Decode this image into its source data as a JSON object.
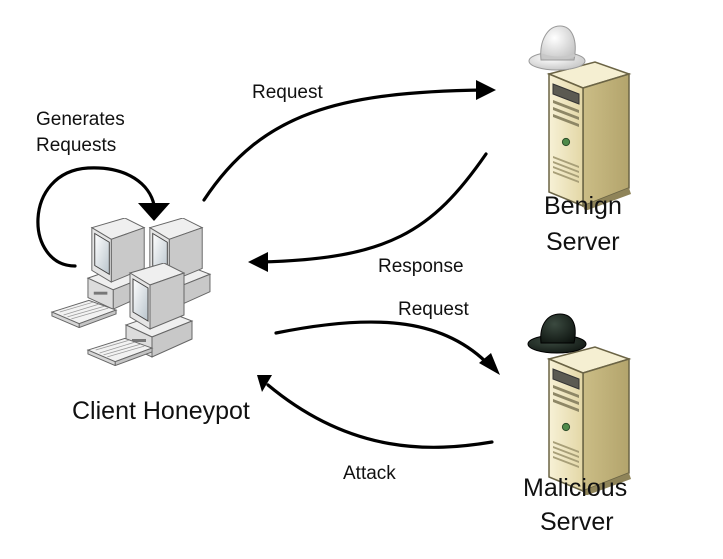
{
  "labels": {
    "generates_line1": "Generates",
    "generates_line2": "Requests",
    "request_top": "Request",
    "response": "Response",
    "request_bottom": "Request",
    "attack": "Attack",
    "client": "Client Honeypot",
    "benign_line1": "Benign",
    "benign_line2": "Server",
    "malicious_line1": "Malicious",
    "malicious_line2": "Server"
  },
  "colors": {
    "arrow": "#000000",
    "server_body": "#efe6c2",
    "white_hat": "#eeeeee",
    "black_hat": "#1f2a23",
    "computer_body": "#dcdcdc"
  },
  "icons": [
    "computer-cluster-icon",
    "server-icon",
    "white-hat-icon",
    "black-hat-icon"
  ]
}
